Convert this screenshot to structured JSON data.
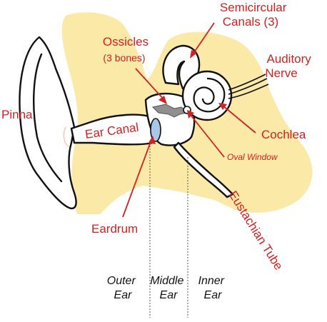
{
  "labels": {
    "semicircular_line1": "Semicircular",
    "semicircular_line2": "Canals (3)",
    "ossicles_line1": "Ossicles",
    "ossicles_line2": "(3 bones)",
    "auditory_line1": "Auditory",
    "auditory_line2": "Nerve",
    "pinna": "Pinna",
    "ear_canal": "Ear Canal",
    "cochlea": "Cochlea",
    "oval_window": "Oval Window",
    "eardrum": "Eardrum",
    "eustachian_tube": "Eustachian Tube"
  },
  "regions": {
    "outer_line1": "Outer",
    "outer_line2": "Ear",
    "middle_line1": "Middle",
    "middle_line2": "Ear",
    "inner_line1": "Inner",
    "inner_line2": "Ear"
  },
  "colors": {
    "tissue": "#fbe9a8",
    "label_red": "#d32020",
    "outline": "#111111",
    "eardrum": "#a9c8e8",
    "ossicle": "#8f8f8f"
  }
}
